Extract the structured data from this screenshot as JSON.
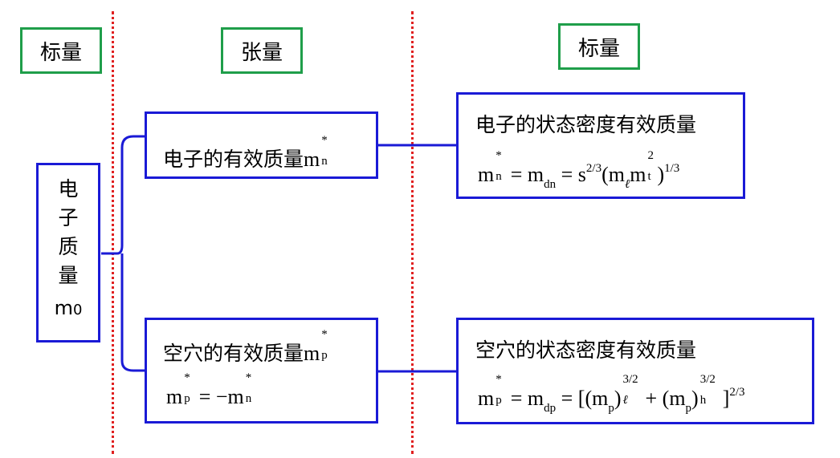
{
  "headers": {
    "left": "标量",
    "middle": "张量",
    "right": "标量"
  },
  "electron_mass": {
    "chars": [
      "电",
      "子",
      "质",
      "量"
    ],
    "symbol": "m",
    "subscript": "0"
  },
  "electron_effective": {
    "label": "电子的有效质量"
  },
  "hole_effective": {
    "label": "空穴的有效质量",
    "relation": "m*p = −m*n"
  },
  "electron_dos": {
    "title": "电子的状态密度有效质量",
    "equation": "m*n = mdn = s^(2/3) (mℓ mt²)^(1/3)"
  },
  "hole_dos": {
    "title": "空穴的状态密度有效质量",
    "equation": "m*p = mdp = [(mp)ℓ^(3/2) + (mp)h^(3/2)]^(2/3)"
  },
  "colors": {
    "box_border": "#1a1ad6",
    "header_border": "#1f9e4a",
    "divider": "#e02020"
  }
}
